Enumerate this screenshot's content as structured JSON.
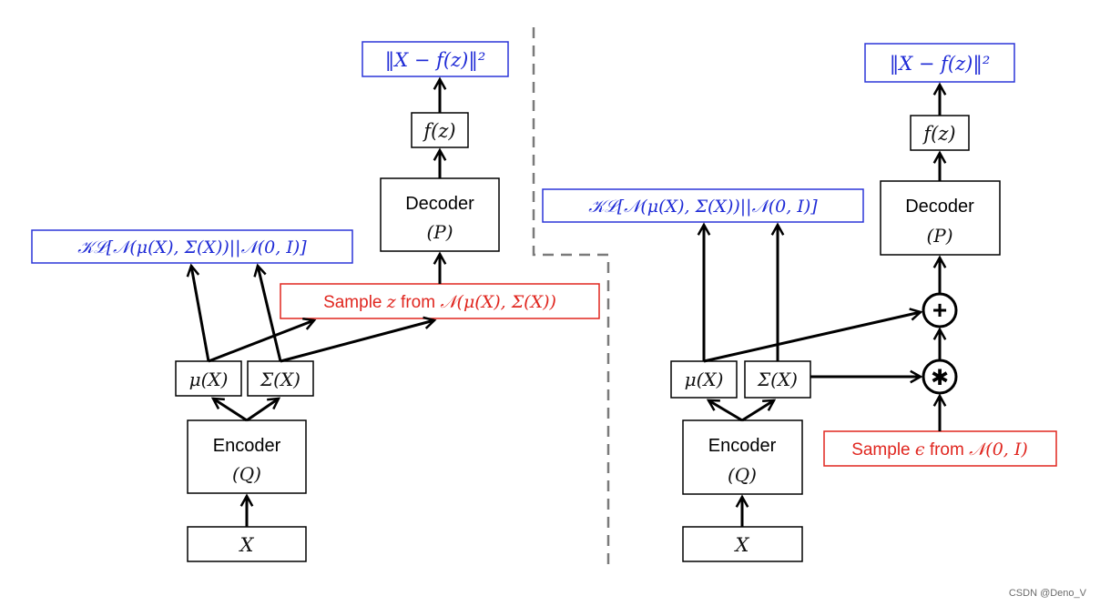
{
  "left": {
    "loss": "‖X − f(z)‖²",
    "fz": "f(z)",
    "decoder_title": "Decoder",
    "decoder_param": "(P)",
    "kl": "𝒦ℒ[𝒩(μ(X), Σ(X))||𝒩(0, I)]",
    "sample_prefix": "Sample ",
    "sample_var": "z",
    "sample_mid": " from ",
    "sample_dist": "𝒩(μ(X), Σ(X))",
    "mu": "μ(X)",
    "sigma": "Σ(X)",
    "encoder_title": "Encoder",
    "encoder_param": "(Q)",
    "input": "X"
  },
  "right": {
    "loss": "‖X − f(z)‖²",
    "fz": "f(z)",
    "decoder_title": "Decoder",
    "decoder_param": "(P)",
    "kl": "𝒦ℒ[𝒩(μ(X), Σ(X))||𝒩(0, I)]",
    "plus_symbol": "+",
    "mult_symbol": "✱",
    "sample_prefix": "Sample ",
    "sample_var": "ϵ",
    "sample_mid": " from ",
    "sample_dist": "𝒩(0, I)",
    "mu": "μ(X)",
    "sigma": "Σ(X)",
    "encoder_title": "Encoder",
    "encoder_param": "(Q)",
    "input": "X"
  },
  "watermark": "CSDN @Deno_V",
  "colors": {
    "blue": "#1f2bd6",
    "red": "#e0261f",
    "divider": "#7a7a7a"
  }
}
